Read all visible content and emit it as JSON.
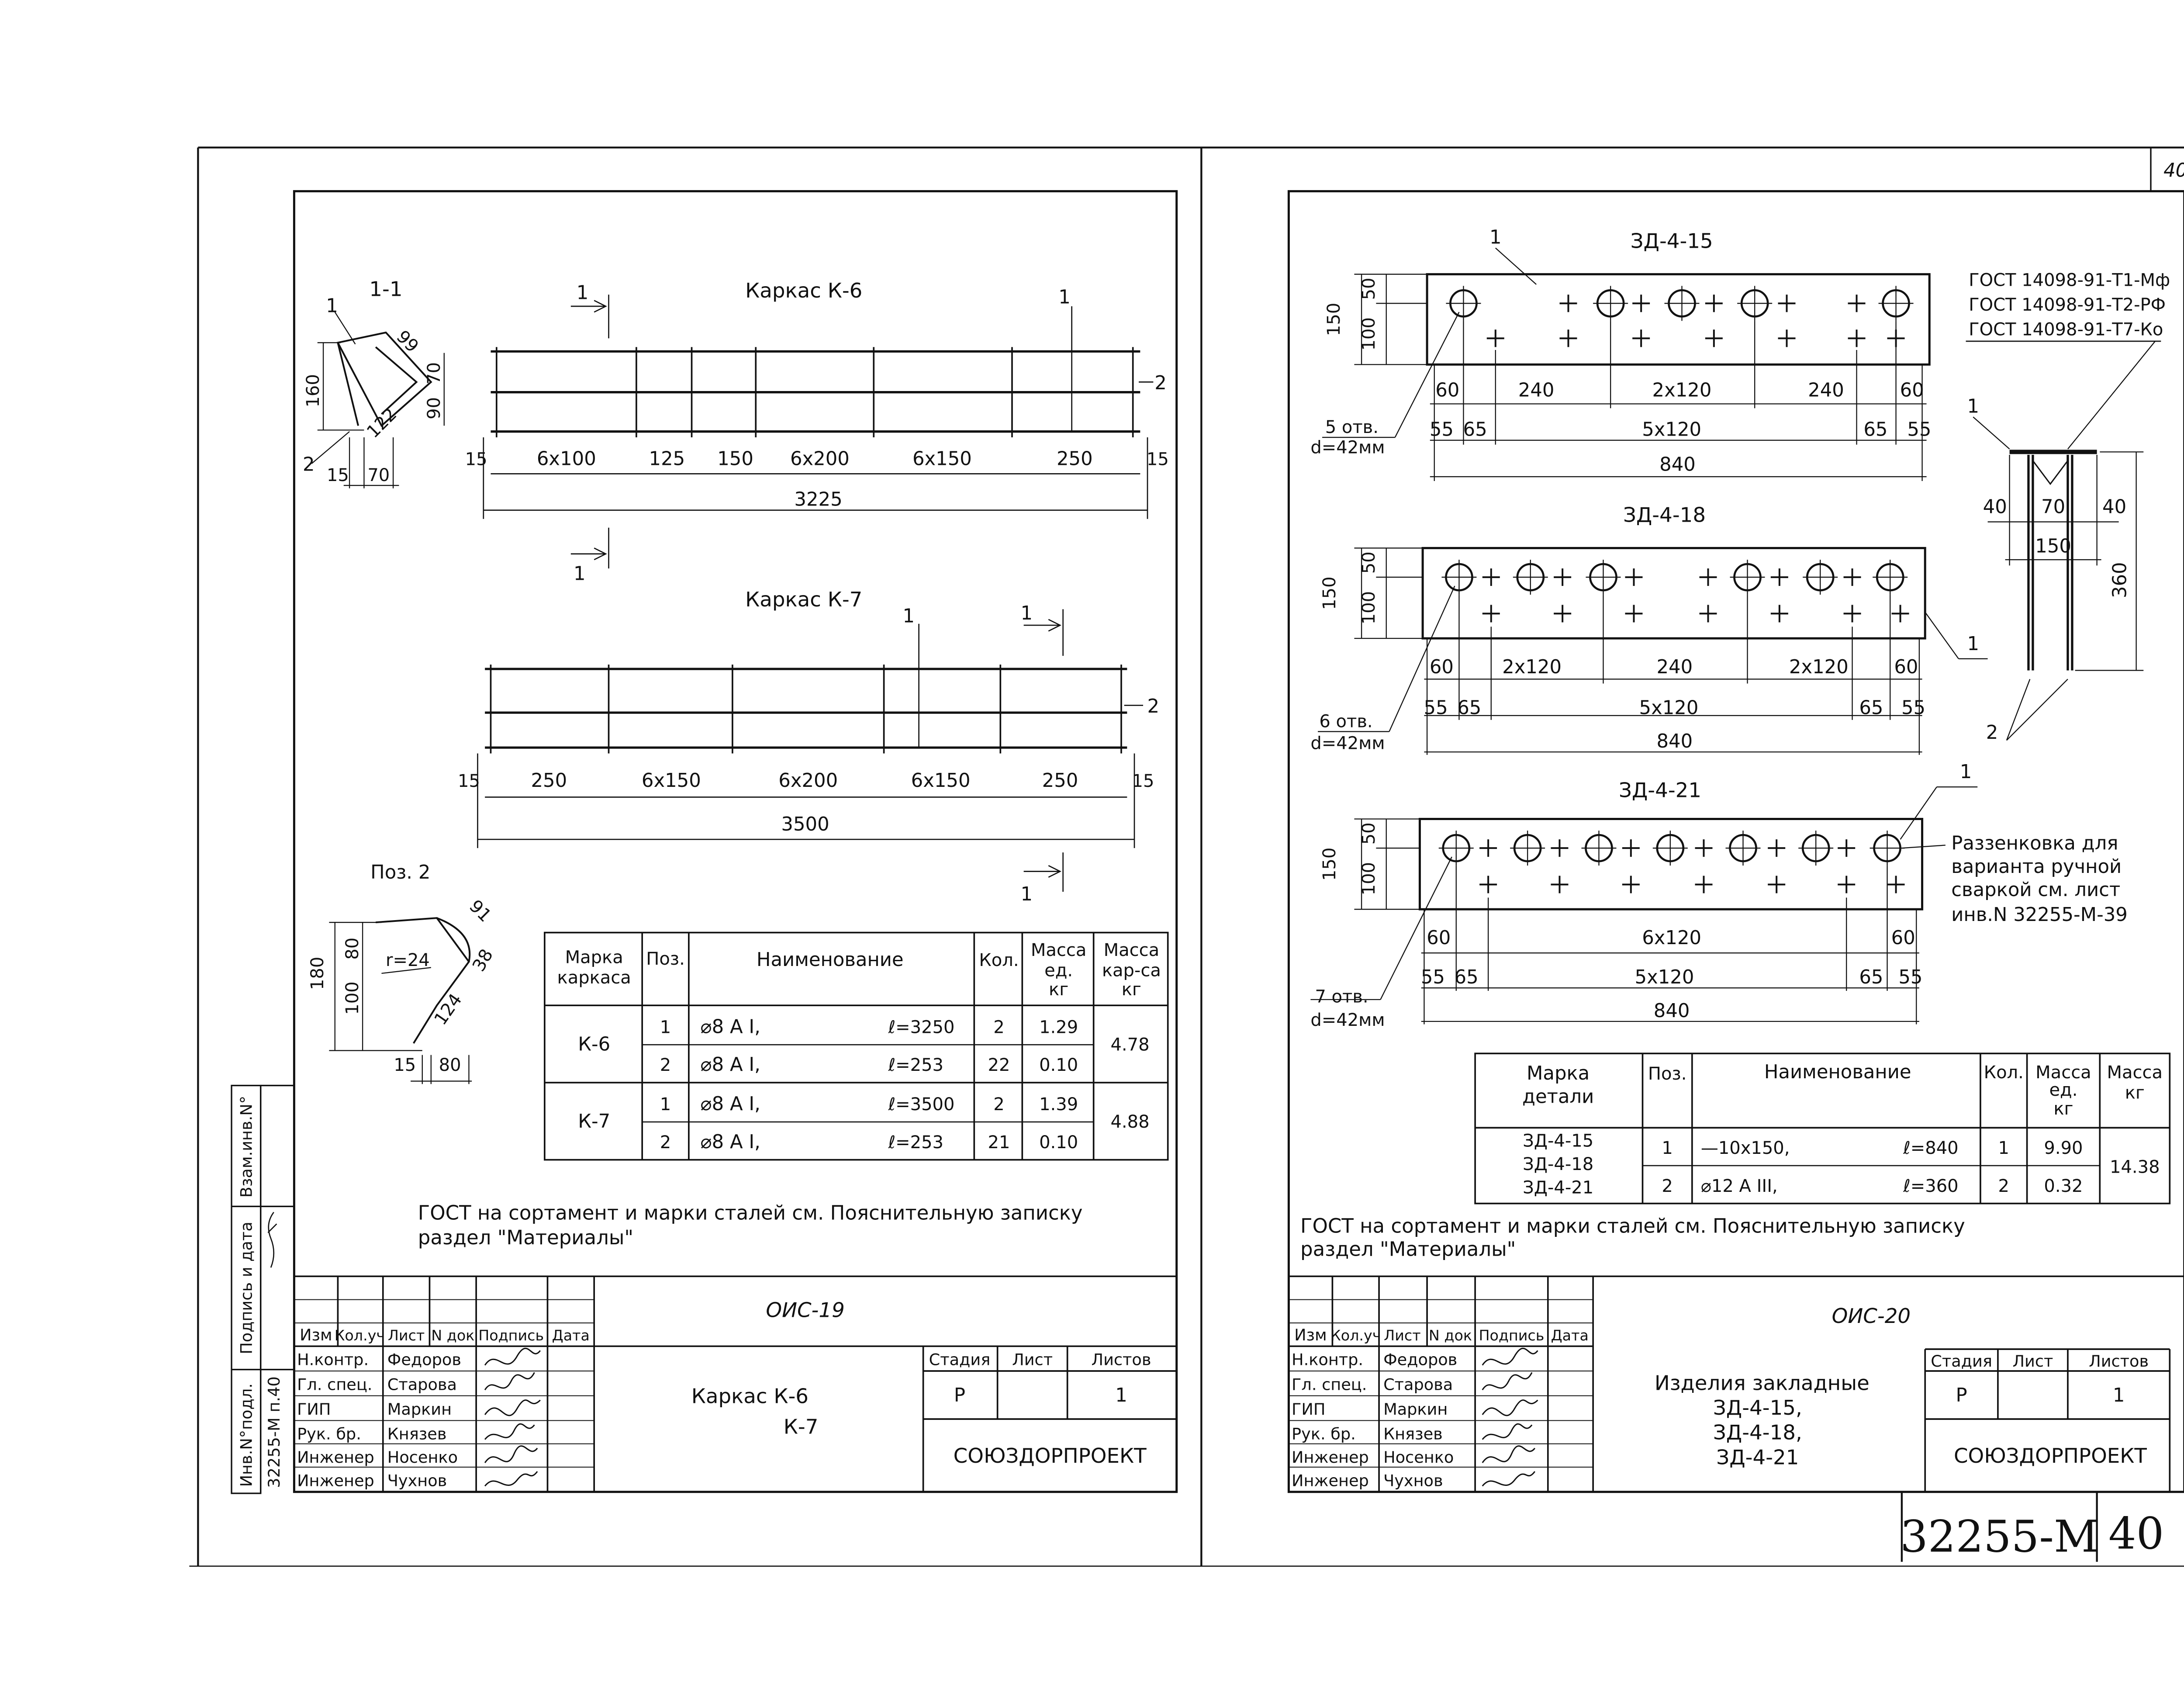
{
  "page_number": "40",
  "doc_number": "32255-М",
  "doc_page": "40",
  "left": {
    "sec_label": "1-1",
    "k6_title": "Каркас К-6",
    "k7_title": "Каркас К-7",
    "poz2_label": "Поз. 2",
    "cut1": "1",
    "pos1": "1",
    "pos2": "2",
    "k6_dims": [
      "15",
      "6x100",
      "125",
      "150",
      "6x200",
      "6x150",
      "250",
      "15"
    ],
    "k6_total": "3225",
    "k7_dims": [
      "15",
      "250",
      "6x150",
      "6x200",
      "6x150",
      "250",
      "15"
    ],
    "k7_total": "3500",
    "sec_dims": {
      "d160": "160",
      "d99": "99",
      "d70a": "70",
      "d90": "90",
      "d122": "122",
      "d15": "15",
      "d70b": "70"
    },
    "poz2_dims": {
      "d180": "180",
      "d80": "80",
      "d100": "100",
      "r24": "r=24",
      "d91": "91",
      "d38": "38",
      "d124": "124",
      "d15": "15",
      "d80b": "80"
    },
    "spec": {
      "headers": [
        "Марка каркаса",
        "Поз.",
        "Наименование",
        "Кол.",
        "Масса ед. кг",
        "Масса кар-са кг"
      ],
      "rows": [
        {
          "mark": "К-6",
          "pos": "1",
          "name": "⌀8 А I,",
          "len": "ℓ=3250",
          "qty": "2",
          "mass": "1.29",
          "total": "4.78"
        },
        {
          "mark": "",
          "pos": "2",
          "name": "⌀8 А I,",
          "len": "ℓ=253",
          "qty": "22",
          "mass": "0.10",
          "total": ""
        },
        {
          "mark": "К-7",
          "pos": "1",
          "name": "⌀8 А I,",
          "len": "ℓ=3500",
          "qty": "2",
          "mass": "1.39",
          "total": "4.88"
        },
        {
          "mark": "",
          "pos": "2",
          "name": "⌀8 А I,",
          "len": "ℓ=253",
          "qty": "21",
          "mass": "0.10",
          "total": ""
        }
      ]
    },
    "note_line1": "ГОСТ на сортамент и марки сталей см. Пояснительную записку",
    "note_line2": "раздел \"Материалы\"",
    "side_labels": [
      "Взам.инв.N°",
      "Подпись и дата",
      "Инв.N°подл.",
      "32255-М п.40"
    ],
    "stamp": {
      "code": "ОИС-19",
      "hdr": [
        "Изм",
        "Кол.уч",
        "Лист",
        "N док",
        "Подпись",
        "Дата"
      ],
      "roles": [
        "Н.контр.",
        "Гл. спец.",
        "ГИП",
        "Рук. бр.",
        "Инженер",
        "Инженер"
      ],
      "names": [
        "Федоров",
        "Старова",
        "Маркин",
        "Князев",
        "Носенко",
        "Чухнов"
      ],
      "title1": "Каркас  К-6",
      "title2": "К-7",
      "stage_hdr": [
        "Стадия",
        "Лист",
        "Листов"
      ],
      "stage": "Р",
      "sheets": "1",
      "org": "СОЮЗДОРПРОЕКТ"
    }
  },
  "right": {
    "p15_title": "ЗД-4-15",
    "p18_title": "ЗД-4-18",
    "p21_title": "ЗД-4-21",
    "gost": [
      "ГОСТ 14098-91-Т1-Мф",
      "ГОСТ 14098-91-Т2-РФ",
      "ГОСТ 14098-91-Т7-Ко"
    ],
    "h150": "150",
    "h50": "50",
    "h100": "100",
    "p15_top": [
      "60",
      "240",
      "2x120",
      "240",
      "60"
    ],
    "p18_top": [
      "60",
      "2x120",
      "240",
      "2x120",
      "60"
    ],
    "p21_top": [
      "60",
      "6x120",
      "60"
    ],
    "bot": [
      "55",
      "65",
      "5x120",
      "65",
      "55"
    ],
    "total": "840",
    "holes15": "5 отв.",
    "holes18": "6 отв.",
    "holes21": "7 отв.",
    "hole_d": "d=42мм",
    "bar_dims": {
      "d40a": "40",
      "d70": "70",
      "d40b": "40",
      "d150": "150",
      "d360": "360"
    },
    "countersink": [
      "Раззенковка для",
      "варианта ручной",
      "сваркой см. лист",
      "инв.N 32255-М-39"
    ],
    "spec": {
      "headers": [
        "Марка детали",
        "Поз.",
        "Наименование",
        "Кол.",
        "Масса ед. кг",
        "Масса кг"
      ],
      "marks": [
        "ЗД-4-15",
        "ЗД-4-18",
        "ЗД-4-21"
      ],
      "rows": [
        {
          "pos": "1",
          "name": "—10x150,",
          "len": "ℓ=840",
          "qty": "1",
          "mass": "9.90"
        },
        {
          "pos": "2",
          "name": "⌀12 А III,",
          "len": "ℓ=360",
          "qty": "2",
          "mass": "0.32"
        }
      ],
      "total": "14.38"
    },
    "note_line1": "ГОСТ на сортамент и марки сталей см. Пояснительную записку",
    "note_line2": "раздел \"Материалы\"",
    "stamp": {
      "code": "ОИС-20",
      "hdr": [
        "Изм",
        "Кол.уч",
        "Лист",
        "N док",
        "Подпись",
        "Дата"
      ],
      "roles": [
        "Н.контр.",
        "Гл. спец.",
        "ГИП",
        "Рук. бр.",
        "Инженер",
        "Инженер"
      ],
      "names": [
        "Федоров",
        "Старова",
        "Маркин",
        "Князев",
        "Носенко",
        "Чухнов"
      ],
      "title1": "Изделия закладные",
      "title2": "ЗД-4-15,",
      "title3": "ЗД-4-18,",
      "title4": "ЗД-4-21",
      "stage_hdr": [
        "Стадия",
        "Лист",
        "Листов"
      ],
      "stage": "Р",
      "sheets": "1",
      "org": "СОЮЗДОРПРОЕКТ"
    }
  }
}
